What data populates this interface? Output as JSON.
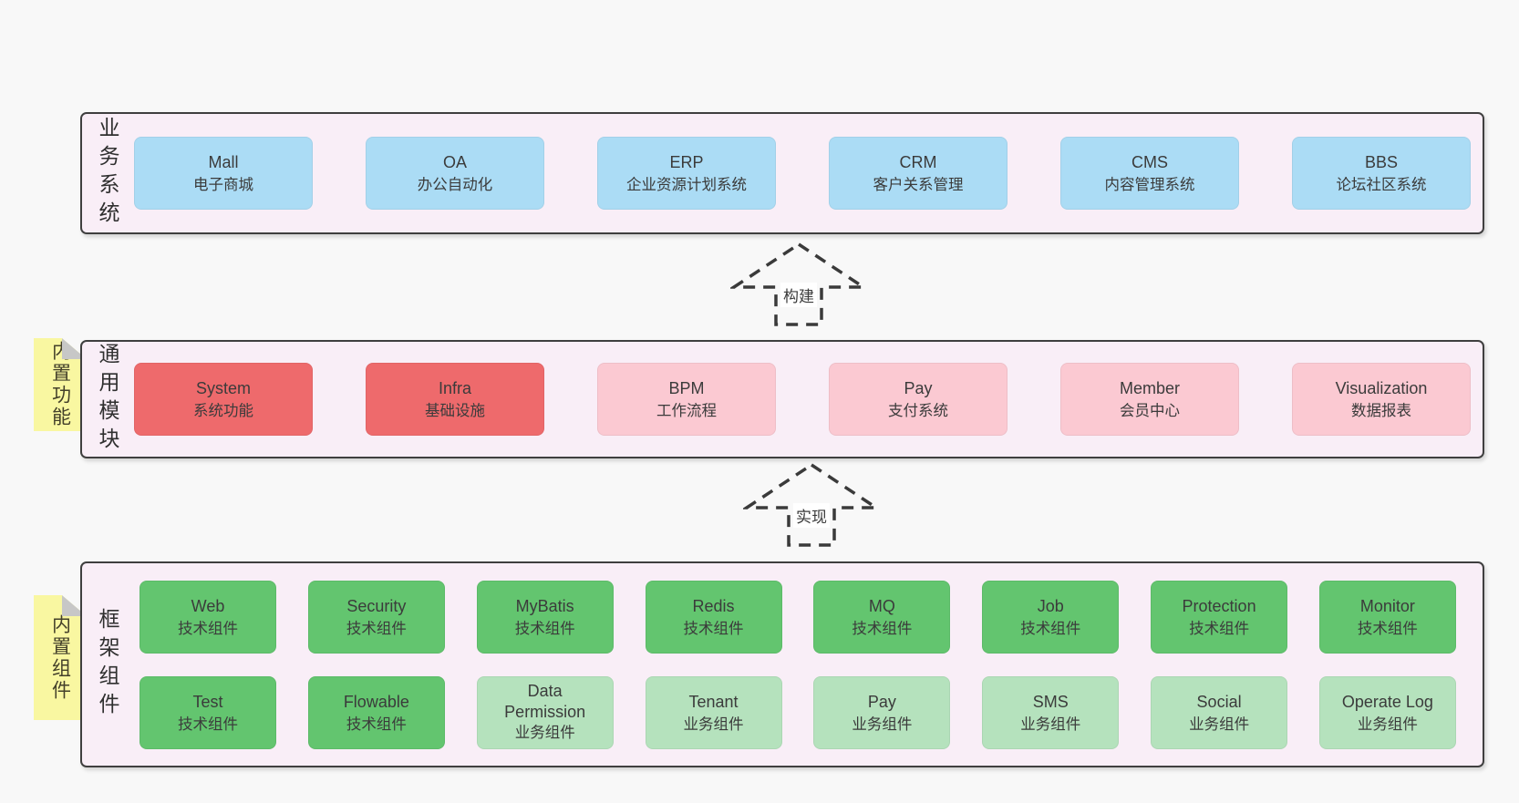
{
  "palette": {
    "page_bg": "#f8f8f8",
    "layer_bg": "#f9eef7",
    "layer_border": "#3f3f3f",
    "blue": "#abdcf5",
    "red": "#ee6a6c",
    "pink": "#fbc9d2",
    "green": "#63c56f",
    "green_light": "#b5e2bd",
    "note_yellow": "#f9f7a1",
    "note_fold_gray": "#c7c7c7",
    "text": "#3b3b3b"
  },
  "arrows": [
    {
      "label": "构建"
    },
    {
      "label": "实现"
    }
  ],
  "layers": [
    {
      "side_label": "业务系统",
      "boxes": [
        {
          "title": "Mall",
          "subtitle": "电子商城"
        },
        {
          "title": "OA",
          "subtitle": "办公自动化"
        },
        {
          "title": "ERP",
          "subtitle": "企业资源计划系统"
        },
        {
          "title": "CRM",
          "subtitle": "客户关系管理"
        },
        {
          "title": "CMS",
          "subtitle": "内容管理系统"
        },
        {
          "title": "BBS",
          "subtitle": "论坛社区系统"
        }
      ]
    },
    {
      "side_label": "通用模块",
      "note": "内置功能",
      "boxes": [
        {
          "title": "System",
          "subtitle": "系统功能"
        },
        {
          "title": "Infra",
          "subtitle": "基础设施"
        },
        {
          "title": "BPM",
          "subtitle": "工作流程"
        },
        {
          "title": "Pay",
          "subtitle": "支付系统"
        },
        {
          "title": "Member",
          "subtitle": "会员中心"
        },
        {
          "title": "Visualization",
          "subtitle": "数据报表"
        }
      ]
    },
    {
      "side_label": "框架组件",
      "note": "内置组件",
      "rows": [
        [
          {
            "title": "Web",
            "subtitle": "技术组件"
          },
          {
            "title": "Security",
            "subtitle": "技术组件"
          },
          {
            "title": "MyBatis",
            "subtitle": "技术组件"
          },
          {
            "title": "Redis",
            "subtitle": "技术组件"
          },
          {
            "title": "MQ",
            "subtitle": "技术组件"
          },
          {
            "title": "Job",
            "subtitle": "技术组件"
          },
          {
            "title": "Protection",
            "subtitle": "技术组件"
          },
          {
            "title": "Monitor",
            "subtitle": "技术组件"
          }
        ],
        [
          {
            "title": "Test",
            "subtitle": "技术组件"
          },
          {
            "title": "Flowable",
            "subtitle": "技术组件"
          },
          {
            "title": "Data Permission",
            "subtitle": "业务组件"
          },
          {
            "title": "Tenant",
            "subtitle": "业务组件"
          },
          {
            "title": "Pay",
            "subtitle": "业务组件"
          },
          {
            "title": "SMS",
            "subtitle": "业务组件"
          },
          {
            "title": "Social",
            "subtitle": "业务组件"
          },
          {
            "title": "Operate Log",
            "subtitle": "业务组件"
          }
        ]
      ]
    }
  ]
}
